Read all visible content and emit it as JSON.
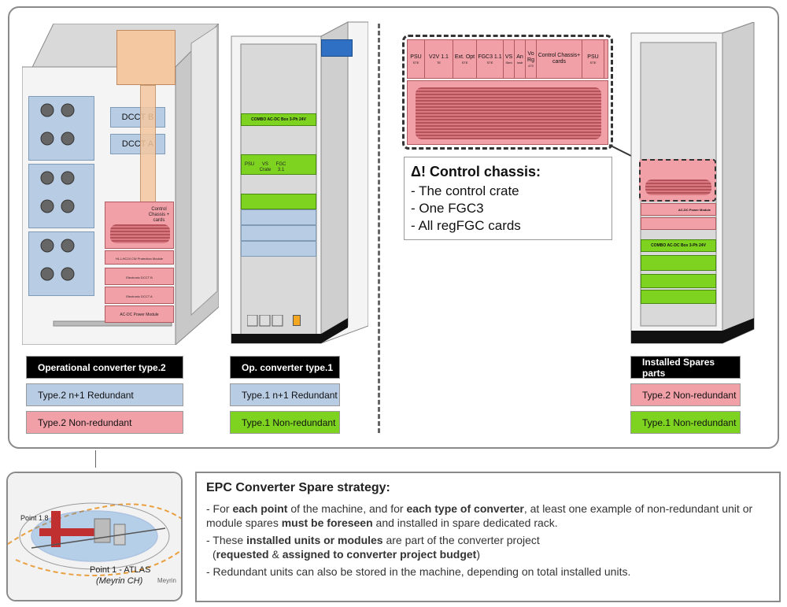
{
  "legends": {
    "left_black": "Operational converter type.2",
    "left_blue": "Type.2 n+1 Redundant",
    "left_pink": "Type.2 Non-redundant",
    "mid_black": "Op. converter type.1",
    "mid_blue": "Type.1 n+1 Redundant",
    "mid_green": "Type.1 Non-redundant",
    "right_black": "Installed Spares parts",
    "right_pink": "Type.2 Non-redundant",
    "right_green": "Type.1 Non-redundant"
  },
  "type2_cabinet": {
    "dcct_b": "DCCT B",
    "dcct_a": "DCCT A",
    "control_chassis": "Control Chassis + cards",
    "protection_module": "HL-LHC24 CW Protection Module",
    "electronic_dcct_b": "Electronic DCCT B",
    "electronic_dcct_a": "Electronic DCCT A",
    "acdc_module": "AC-DC Power Module"
  },
  "type1_cabinet": {
    "combo_label": "COMBO AC-DC Box 3-Ph 24V",
    "psu": "PSU",
    "vs_crate": "VS Crate",
    "fgc": "FGC 3.1"
  },
  "control_chassis_zoom": {
    "cards": [
      {
        "name": "PSU",
        "sub": "STE"
      },
      {
        "name": "V2V 1.1",
        "sub": "TE"
      },
      {
        "name": "Ext. Opt",
        "sub": "STE"
      },
      {
        "name": "FGC3 1.1",
        "sub": "STE"
      },
      {
        "name": "VS",
        "sub": "Stmt"
      },
      {
        "name": "An",
        "sub": "Instr"
      },
      {
        "name": "Vo Rg",
        "sub": "470"
      },
      {
        "name": "Control Chassis+ cards",
        "sub": ""
      },
      {
        "name": "PSU",
        "sub": "STE"
      }
    ]
  },
  "callout": {
    "title": "Δ! Control chassis:",
    "lines": [
      "- The control crate",
      "- One FGC3",
      "- All regFGC cards"
    ]
  },
  "spares_cabinet": {
    "acdc_module": "AC-DC Power Module",
    "combo_label": "COMBO AC-DC Box 3-Ph 24V"
  },
  "map": {
    "point18": "Point 1.8",
    "atlas": "Point 1 - ATLAS",
    "meyrin": "(Meyrin CH)",
    "meyrin_corner": "Meyrin"
  },
  "strategy": {
    "title": "EPC Converter Spare strategy:",
    "p1_a": "- For ",
    "p1_b": "each point",
    "p1_c": " of the machine, and for ",
    "p1_d": "each type of converter",
    "p1_e": ", at least one example of non-redundant unit or module spares ",
    "p1_f": "must be foreseen",
    "p1_g": " and installed in spare dedicated rack.",
    "p2_a": "- These ",
    "p2_b": "installed units or modules",
    "p2_c": " are part of the converter project",
    "p2_d": "(",
    "p2_e": "requested",
    "p2_f": " & ",
    "p2_g": "assigned to converter project budget",
    "p2_h": ")",
    "p3": "- Redundant units can also be stored in the machine, depending on total installed units."
  },
  "colors": {
    "blue": "#b8cce4",
    "pink": "#f2a0a8",
    "green": "#7ed321",
    "black": "#000000"
  }
}
